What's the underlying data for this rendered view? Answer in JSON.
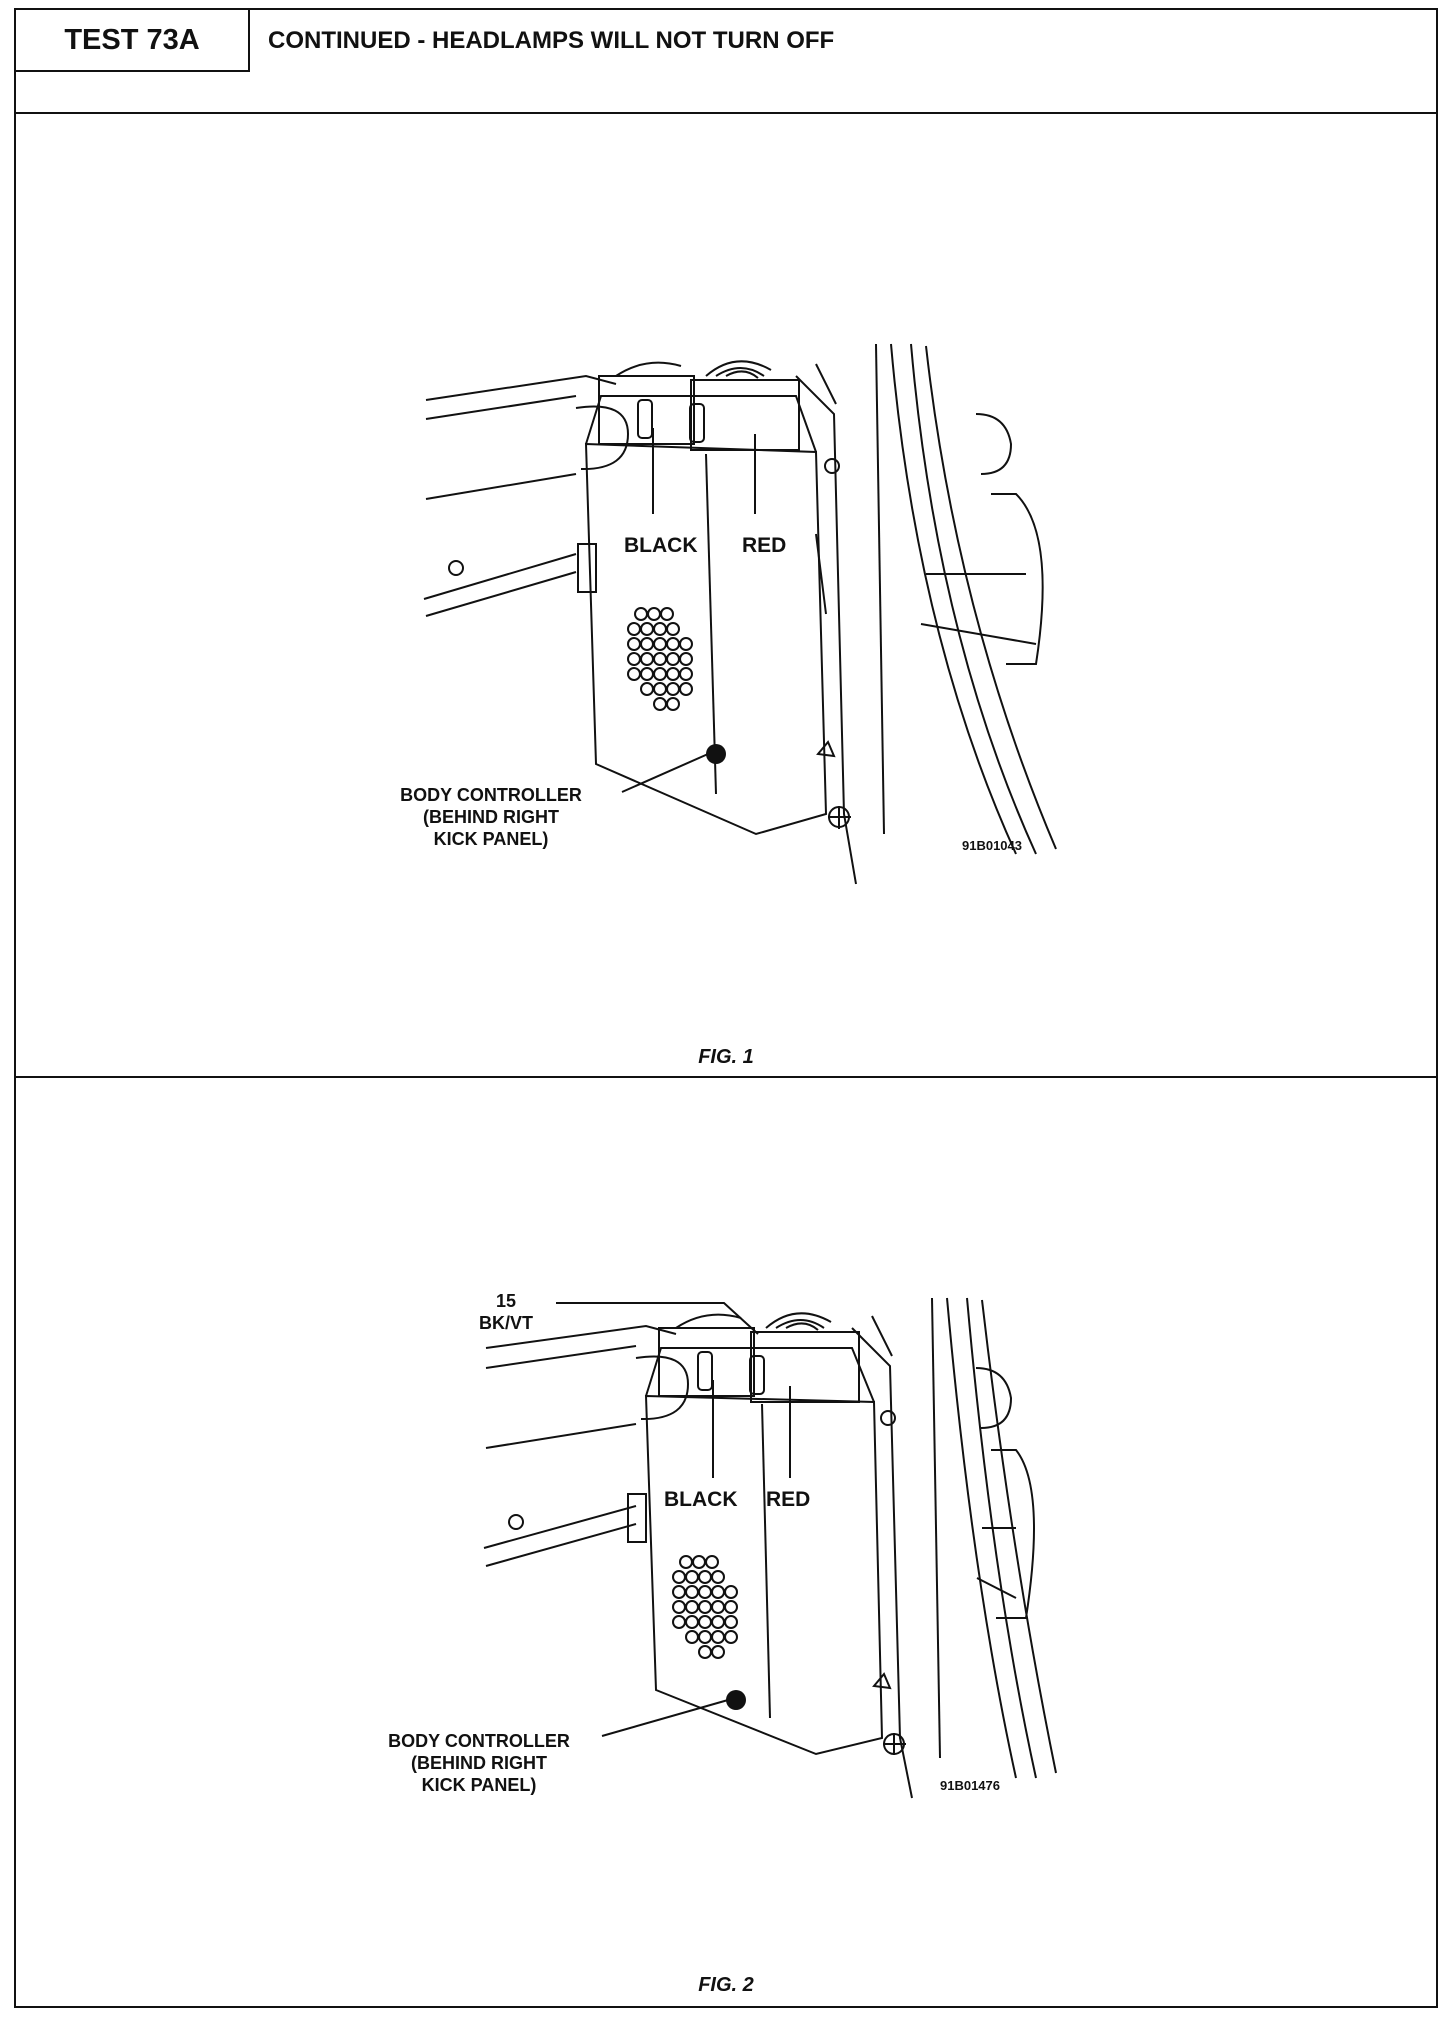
{
  "header": {
    "test_id": "TEST 73A",
    "title": "CONTINUED - HEADLAMPS WILL NOT TURN OFF"
  },
  "fig1": {
    "label_black": "BLACK",
    "label_red": "RED",
    "callout_line1": "BODY CONTROLLER",
    "callout_line2": "(BEHIND RIGHT",
    "callout_line3": "KICK PANEL)",
    "code": "91B01043",
    "caption": "FIG. 1"
  },
  "fig2": {
    "wire_num": "15",
    "wire_color": "BK/VT",
    "label_black": "BLACK",
    "label_red": "RED",
    "callout_line1": "BODY CONTROLLER",
    "callout_line2": "(BEHIND RIGHT",
    "callout_line3": "KICK PANEL)",
    "code": "91B01476",
    "caption": "FIG. 2"
  }
}
